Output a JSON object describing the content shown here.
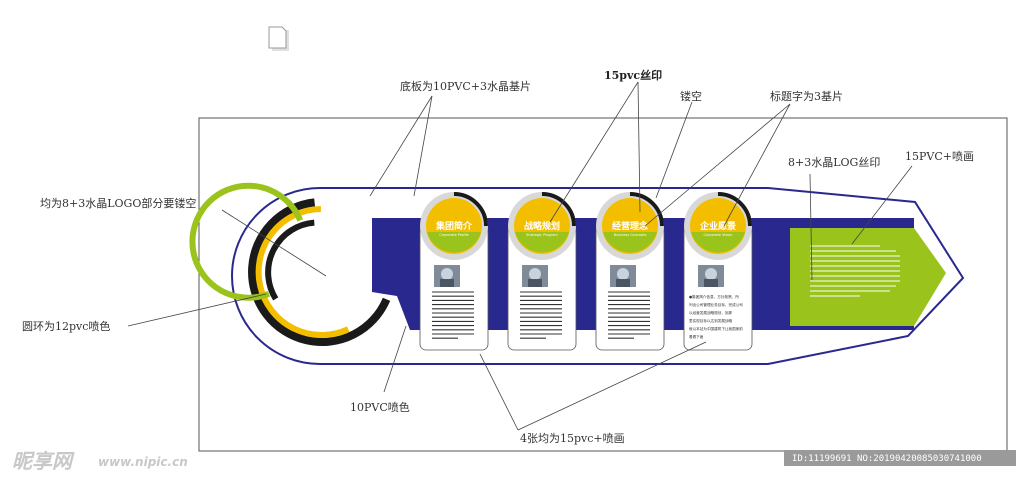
{
  "annotations": {
    "base_board": "底板为10PVC+3水晶基片",
    "silk_print": "15pvc丝印",
    "hollow": "镂空",
    "title_text": "标题字为3基片",
    "logo_hollow": "均为8+3水晶LOGO部分要镂空",
    "crystal_logo": "8+3水晶LOG丝印",
    "pvc_spray_right": "15PVC+喷画",
    "ring_note": "圆环为12pvc喷色",
    "pvc_spray_blue": "10PVC喷色",
    "four_panels": "4张均为15pvc+喷画"
  },
  "panels": [
    {
      "title": "集团简介",
      "subtitle": "Corporate Profile"
    },
    {
      "title": "战略规划",
      "subtitle": "Strategic Program"
    },
    {
      "title": "经营理念",
      "subtitle": "Business Concepts"
    },
    {
      "title": "企业愿景",
      "subtitle": "Corporate Vision"
    }
  ],
  "panel4_text": [
    "●集团简介信息，方针政策，所",
    "列出公司管理业务目标，完成公司",
    "以经营发展战略规划，到那",
    "里实现目标以达到发展战略",
    "就以本站为中国建筑下让我国家前",
    "看看下面"
  ],
  "watermark": {
    "logo": "昵享网",
    "url": "www.nipic.cn",
    "id": "ID:11199691 NO:20190420085030741000"
  },
  "colors": {
    "navy": "#28288f",
    "green": "#9ac31c",
    "yellow": "#f4be00",
    "black": "#1a1a1a",
    "grey": "#d8d8d8"
  }
}
